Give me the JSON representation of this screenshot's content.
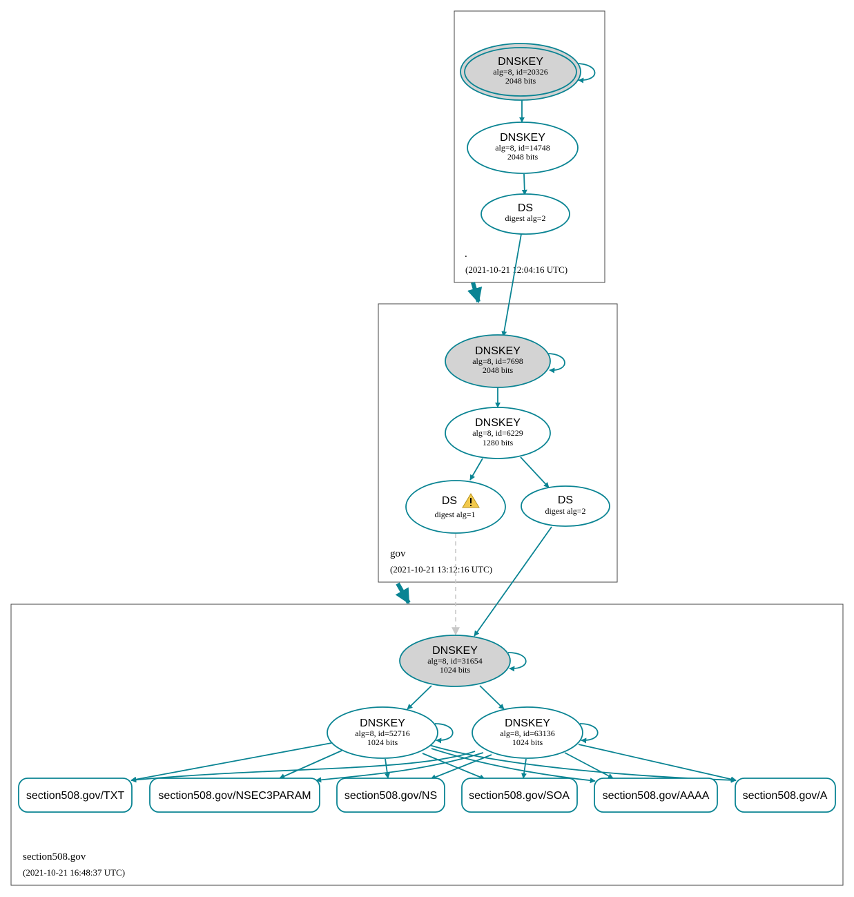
{
  "zones": [
    {
      "name": ".",
      "timestamp": "(2021-10-21 12:04:16 UTC)"
    },
    {
      "name": "gov",
      "timestamp": "(2021-10-21 13:12:16 UTC)"
    },
    {
      "name": "section508.gov",
      "timestamp": "(2021-10-21 16:48:37 UTC)"
    }
  ],
  "nodes": {
    "root_ksk": {
      "type": "DNSKEY",
      "info": "alg=8, id=20326",
      "bits": "2048 bits"
    },
    "root_zsk": {
      "type": "DNSKEY",
      "info": "alg=8, id=14748",
      "bits": "2048 bits"
    },
    "root_ds": {
      "type": "DS",
      "info": "digest alg=2"
    },
    "gov_ksk": {
      "type": "DNSKEY",
      "info": "alg=8, id=7698",
      "bits": "2048 bits"
    },
    "gov_zsk": {
      "type": "DNSKEY",
      "info": "alg=8, id=6229",
      "bits": "1280 bits"
    },
    "gov_ds1": {
      "type": "DS",
      "info": "digest alg=1",
      "warning": "warning-icon"
    },
    "gov_ds2": {
      "type": "DS",
      "info": "digest alg=2"
    },
    "s_ksk": {
      "type": "DNSKEY",
      "info": "alg=8, id=31654",
      "bits": "1024 bits"
    },
    "s_zsk1": {
      "type": "DNSKEY",
      "info": "alg=8, id=52716",
      "bits": "1024 bits"
    },
    "s_zsk2": {
      "type": "DNSKEY",
      "info": "alg=8, id=63136",
      "bits": "1024 bits"
    }
  },
  "rrsets": [
    "section508.gov/TXT",
    "section508.gov/NSEC3PARAM",
    "section508.gov/NS",
    "section508.gov/SOA",
    "section508.gov/AAAA",
    "section508.gov/A"
  ],
  "colors": {
    "edge": "#0a8493",
    "ksk_fill": "#d3d3d3",
    "dashed_edge": "#c8c8c8",
    "warning": "#f2c94c"
  }
}
